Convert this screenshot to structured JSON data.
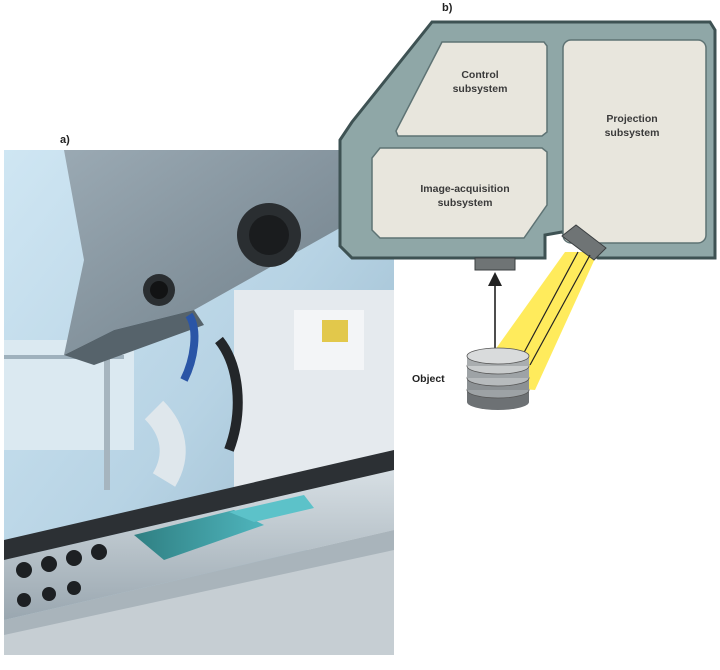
{
  "panels": {
    "a_label": "a)",
    "b_label": "b)"
  },
  "diagram": {
    "control": "Control\nsubsystem",
    "projection": "Projection\nsubsystem",
    "acquisition": "Image-acquisition\nsubsystem",
    "object": "Object"
  },
  "colors": {
    "housing": "#8fa7a7",
    "housing_border": "#3e5253",
    "subsystem_fill": "#e8e6dd",
    "light_beam": "#ffe94a"
  }
}
